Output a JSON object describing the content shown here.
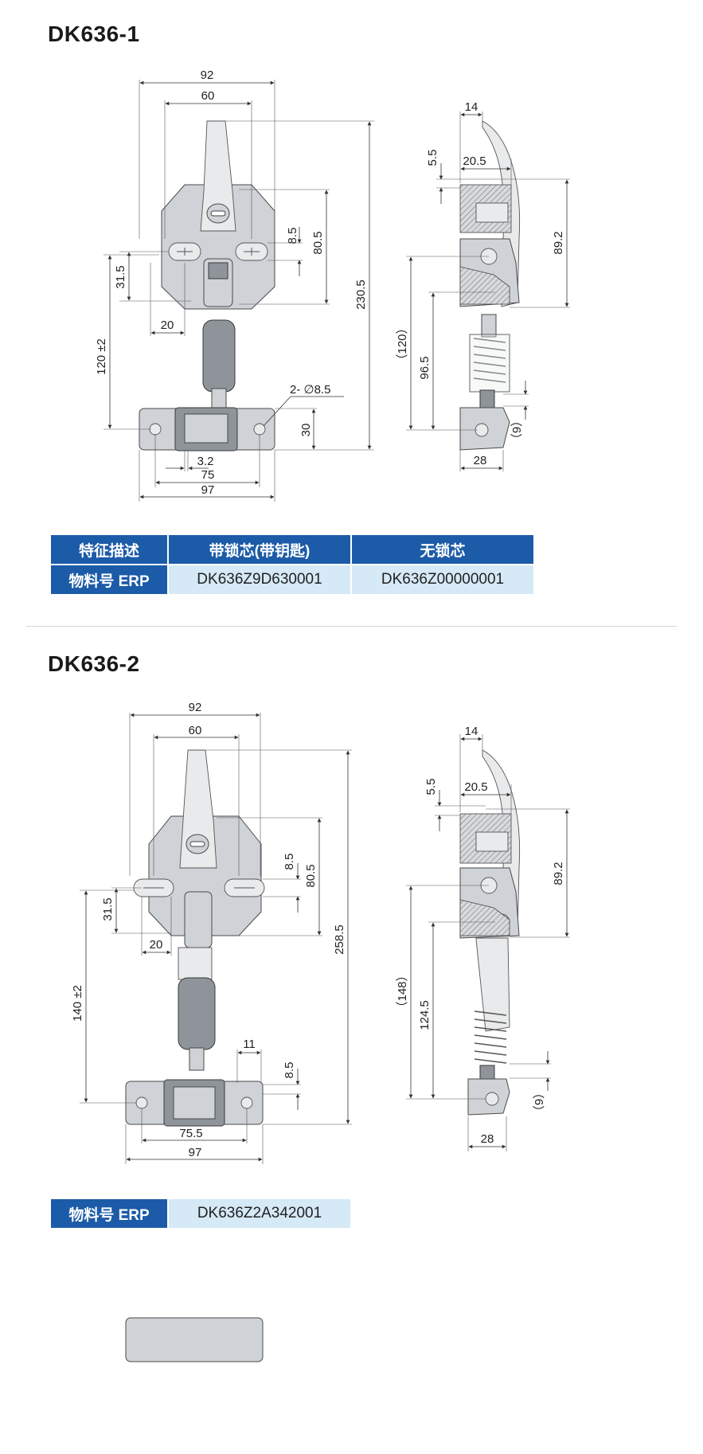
{
  "section1": {
    "title": "DK636-1",
    "front_dims": {
      "d92": "92",
      "d60": "60",
      "d8_5": "8.5",
      "d80_5": "80.5",
      "d230_5": "230.5",
      "d31_5": "31.5",
      "d20": "20",
      "d120": "120 ±2",
      "holes": "2- ∅8.5",
      "d30": "30",
      "d3_2": "3.2",
      "d75": "75",
      "d97": "97"
    },
    "side_dims": {
      "d14": "14",
      "d5_5": "5.5",
      "d20_5": "20.5",
      "d89_2": "89.2",
      "d120p": "（120）",
      "d96_5": "96.5",
      "d9": "（9）",
      "d28": "28"
    },
    "table": {
      "headers": [
        "特征描述",
        "带锁芯(带钥匙)",
        "无锁芯"
      ],
      "row_label": "物料号 ERP",
      "values": [
        "DK636Z9D630001",
        "DK636Z00000001"
      ]
    }
  },
  "section2": {
    "title": "DK636-2",
    "front_dims": {
      "d92": "92",
      "d60": "60",
      "d8_5": "8.5",
      "d80_5": "80.5",
      "d258_5": "258.5",
      "d31_5": "31.5",
      "d20": "20",
      "d140": "140 ±2",
      "d11": "11",
      "d8_5b": "8.5",
      "d75_5": "75.5",
      "d97": "97"
    },
    "side_dims": {
      "d14": "14",
      "d5_5": "5.5",
      "d20_5": "20.5",
      "d89_2": "89.2",
      "d148": "（148）",
      "d124_5": "124.5",
      "d9": "（9）",
      "d28": "28"
    },
    "table": {
      "row_label": "物料号 ERP",
      "value": "DK636Z2A342001"
    }
  }
}
